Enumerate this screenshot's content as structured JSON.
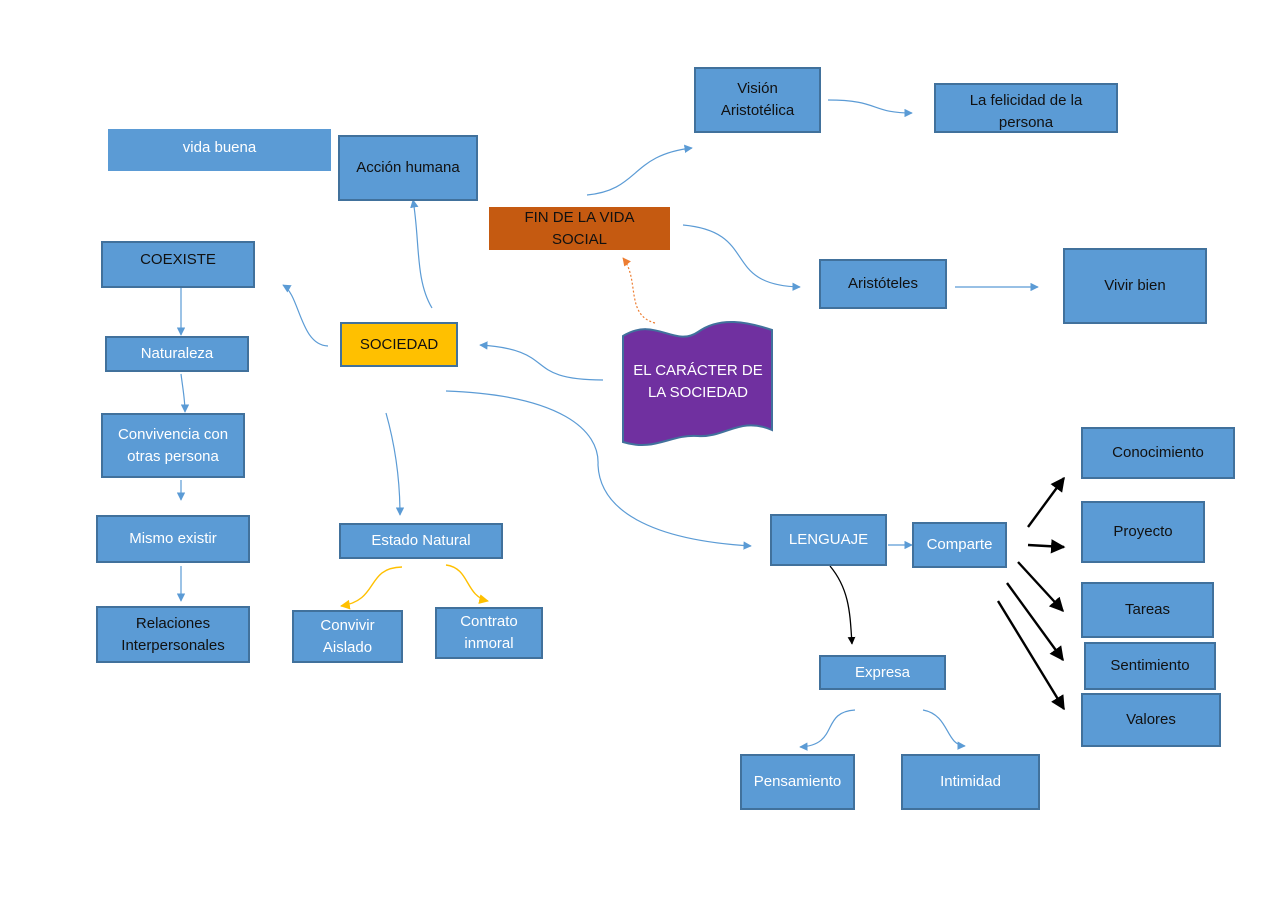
{
  "nodes": {
    "vida_buena": "vida buena",
    "accion_humana": "Acción humana",
    "vision_aristotelica": "Visión Aristotélica",
    "felicidad": "La felicidad de la persona",
    "fin_vida_social": "FIN DE LA VIDA SOCIAL",
    "coexiste": "COEXISTE",
    "aristoteles": "Aristóteles",
    "vivir_bien": "Vivir bien",
    "sociedad": "SOCIEDAD",
    "caracter_sociedad": "EL CARÁCTER DE LA SOCIEDAD",
    "naturaleza": "Naturaleza",
    "convivencia": "Convivencia con otras persona",
    "mismo_existir": "Mismo existir",
    "relaciones": "Relaciones Interpersonales",
    "estado_natural": "Estado Natural",
    "convivir_aislado": "Convivir Aislado",
    "contrato_inmoral": "Contrato inmoral",
    "lenguaje": "LENGUAJE",
    "comparte": "Comparte",
    "expresa": "Expresa",
    "pensamiento": "Pensamiento",
    "intimidad": "Intimidad",
    "conocimiento": "Conocimiento",
    "proyecto": "Proyecto",
    "tareas": "Tareas",
    "sentimiento": "Sentimiento",
    "valores": "Valores"
  },
  "colors": {
    "box_fill": "#5b9bd5",
    "box_border": "#41719c",
    "center_banner": "#7030a0",
    "fin_vida_social": "#c55a11",
    "sociedad": "#ffc000",
    "connector_blue": "#5b9bd5",
    "connector_orange": "#ed7d31",
    "connector_gold": "#ffc000",
    "connector_black": "#000000"
  }
}
